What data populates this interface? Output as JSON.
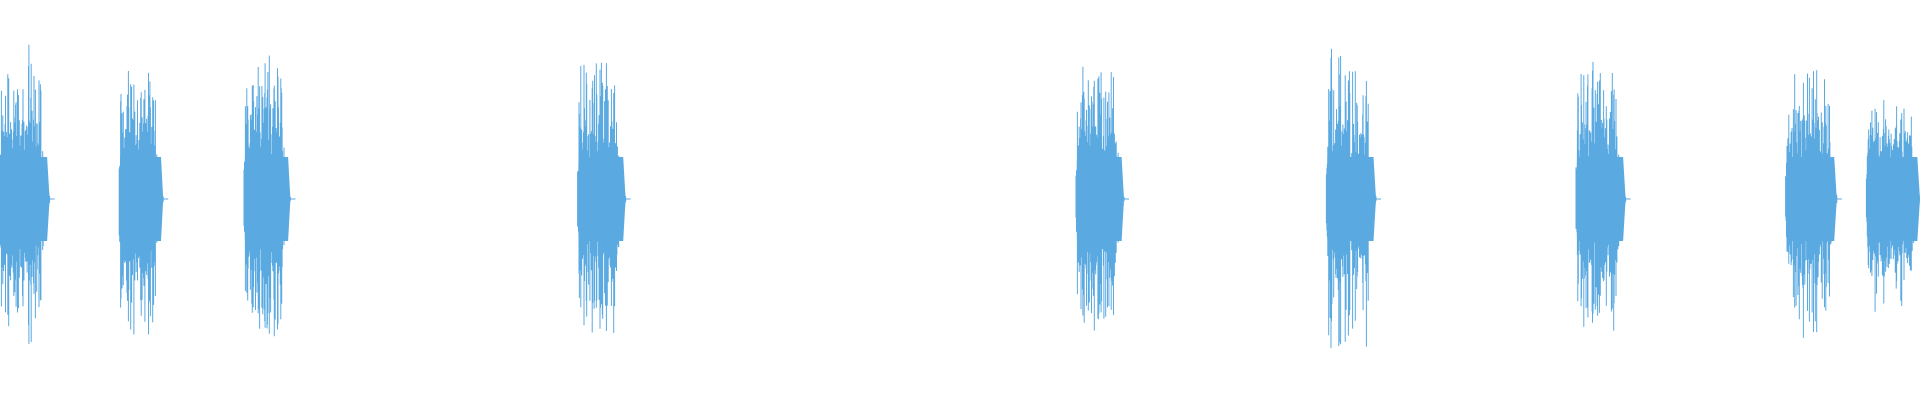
{
  "colors": {
    "background": "#ffffff",
    "waveform": "#5aa9e1"
  },
  "waveform": {
    "duration_s": 24.0,
    "max_amplitude": 1.0,
    "bursts": [
      {
        "start_s": 0.0,
        "duration_s": 0.62,
        "peak": 0.95
      },
      {
        "start_s": 1.49,
        "duration_s": 0.55,
        "peak": 0.9
      },
      {
        "start_s": 3.05,
        "duration_s": 0.58,
        "peak": 0.84
      },
      {
        "start_s": 7.22,
        "duration_s": 0.6,
        "peak": 0.85
      },
      {
        "start_s": 13.45,
        "duration_s": 0.6,
        "peak": 0.81
      },
      {
        "start_s": 16.58,
        "duration_s": 0.62,
        "peak": 0.96
      },
      {
        "start_s": 19.7,
        "duration_s": 0.62,
        "peak": 0.85
      },
      {
        "start_s": 22.32,
        "duration_s": 0.64,
        "peak": 0.9
      },
      {
        "start_s": 23.33,
        "duration_s": 0.67,
        "peak": 0.68
      }
    ]
  }
}
